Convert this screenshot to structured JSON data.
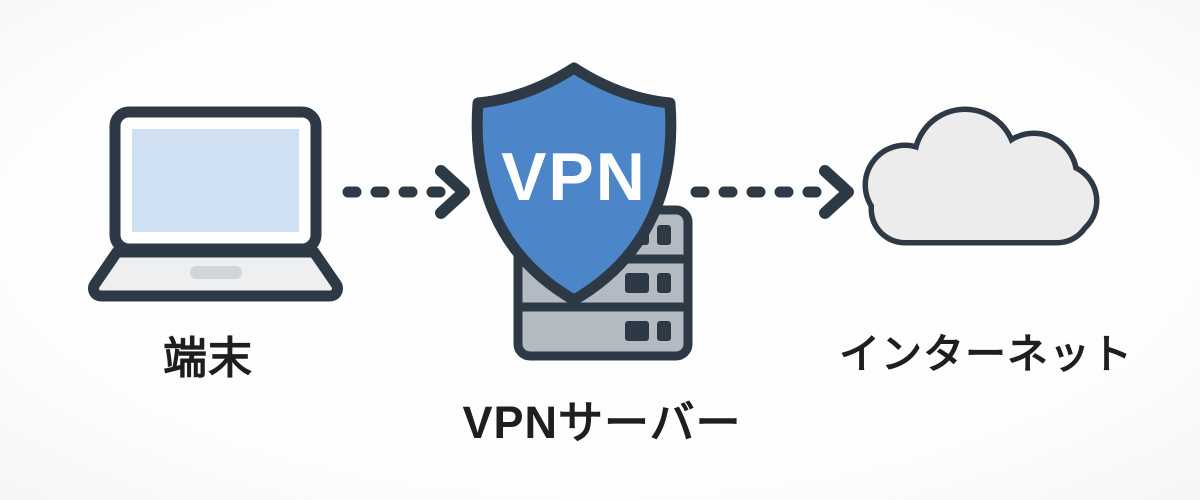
{
  "diagram": {
    "type": "network-flow",
    "nodes": [
      {
        "id": "device",
        "label": "端末",
        "icon": "laptop-icon"
      },
      {
        "id": "vpn-server",
        "label": "VPNサーバー",
        "icon": "shield-server-icon",
        "badge": "VPN"
      },
      {
        "id": "internet",
        "label": "インターネット",
        "icon": "cloud-icon"
      }
    ],
    "connections": [
      {
        "from": "device",
        "to": "vpn-server",
        "style": "dashed-arrow",
        "direction": "right"
      },
      {
        "from": "vpn-server",
        "to": "internet",
        "style": "dashed-arrow",
        "direction": "right"
      }
    ],
    "colors": {
      "outline_navy": "#2d3a46",
      "shield_blue": "#4d86c8",
      "screen_blue": "#cfe0f3",
      "laptop_body_gray": "#edeff0",
      "trackpad_gray": "#d2d6da",
      "server_gray": "#b4bac1",
      "cloud_gray": "#ececed",
      "label_text": "#1d1e20",
      "badge_text": "#ffffff",
      "background": "#fdfdfd"
    }
  }
}
